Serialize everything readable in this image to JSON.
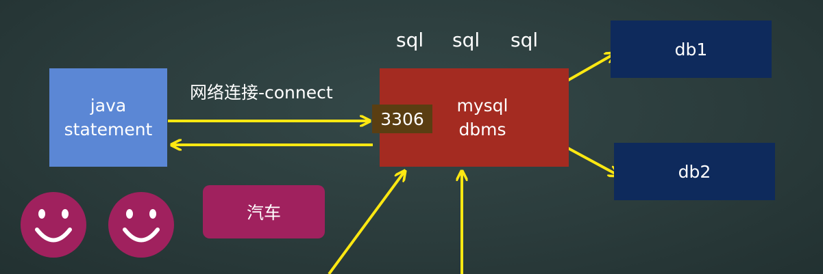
{
  "sql_labels": [
    "sql",
    "sql",
    "sql"
  ],
  "java_box": {
    "line1": "java",
    "line2": "statement"
  },
  "mysql_box": {
    "line1": "mysql",
    "line2": "dbms"
  },
  "port": "3306",
  "db1": "db1",
  "db2": "db2",
  "connection_label": "网络连接-connect",
  "car_label": "汽车",
  "colors": {
    "background": "#2b3c3c",
    "java": "#5b87d5",
    "mysql": "#a42b21",
    "port": "#5a3e12",
    "db": "#0e2a5c",
    "magenta": "#a0215e",
    "arrow": "#ffe812"
  }
}
